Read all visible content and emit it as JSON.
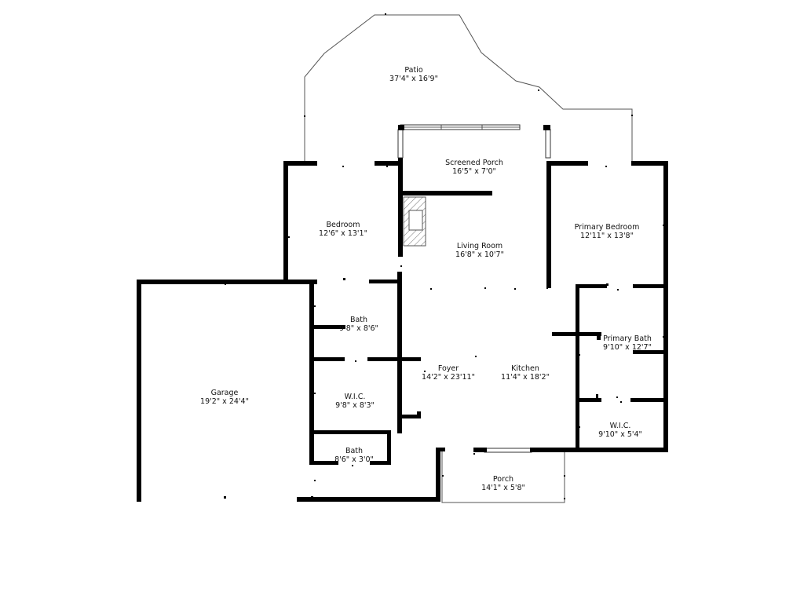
{
  "floorplan": {
    "rooms": [
      {
        "id": "patio",
        "name": "Patio",
        "dims": "37'4\" x 16'9\""
      },
      {
        "id": "screened-porch",
        "name": "Screened Porch",
        "dims": "16'5\" x 7'0\""
      },
      {
        "id": "bedroom",
        "name": "Bedroom",
        "dims": "12'6\" x 13'1\""
      },
      {
        "id": "living-room",
        "name": "Living Room",
        "dims": "16'8\" x 10'7\""
      },
      {
        "id": "primary-bedroom",
        "name": "Primary Bedroom",
        "dims": "12'11\" x 13'8\""
      },
      {
        "id": "bath",
        "name": "Bath",
        "dims": "9'8\" x 8'6\""
      },
      {
        "id": "primary-bath",
        "name": "Primary Bath",
        "dims": "9'10\" x 12'7\""
      },
      {
        "id": "foyer",
        "name": "Foyer",
        "dims": "14'2\" x 23'11\""
      },
      {
        "id": "kitchen",
        "name": "Kitchen",
        "dims": "11'4\" x 18'2\""
      },
      {
        "id": "garage",
        "name": "Garage",
        "dims": "19'2\" x 24'4\""
      },
      {
        "id": "wic-1",
        "name": "W.I.C.",
        "dims": "9'8\" x 8'3\""
      },
      {
        "id": "wic-2",
        "name": "W.I.C.",
        "dims": "9'10\" x 5'4\""
      },
      {
        "id": "bath-2",
        "name": "Bath",
        "dims": "8'6\" x 3'0\""
      },
      {
        "id": "porch",
        "name": "Porch",
        "dims": "14'1\" x 5'8\""
      }
    ]
  }
}
